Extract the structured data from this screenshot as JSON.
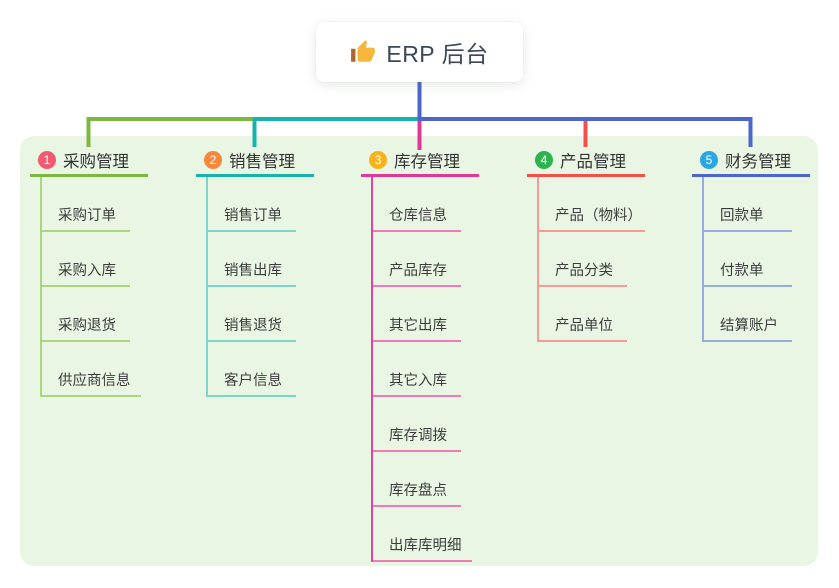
{
  "root": {
    "label": "ERP 后台",
    "icon": "thumbs-up-icon",
    "icon_colors": {
      "hand": "#f6b73c",
      "cuff": "#a9692f"
    }
  },
  "panel": {
    "background": "#e9f6e3"
  },
  "connector_colors": {
    "stem": "#4c66cb"
  },
  "branches": [
    {
      "badge": "1",
      "label": "采购管理",
      "color": "#7db83e",
      "light_color": "#a9d67f",
      "badge_color": "#f15b70",
      "children": [
        "采购订单",
        "采购入库",
        "采购退货",
        "供应商信息"
      ]
    },
    {
      "badge": "2",
      "label": "销售管理",
      "color": "#16b3a8",
      "light_color": "#7fd4ca",
      "badge_color": "#f6873c",
      "children": [
        "销售订单",
        "销售出库",
        "销售退货",
        "客户信息"
      ]
    },
    {
      "badge": "3",
      "label": "库存管理",
      "color": "#e13898",
      "light_color": "#ee7ab8",
      "badge_color": "#f9b31c",
      "children": [
        "仓库信息",
        "产品库存",
        "其它出库",
        "其它入库",
        "库存调拨",
        "库存盘点",
        "出库库明细"
      ]
    },
    {
      "badge": "4",
      "label": "产品管理",
      "color": "#f25048",
      "light_color": "#f79b94",
      "badge_color": "#2eb350",
      "children": [
        "产品（物料）",
        "产品分类",
        "产品单位"
      ]
    },
    {
      "badge": "5",
      "label": "财务管理",
      "color": "#4c66cb",
      "light_color": "#98aade",
      "badge_color": "#29a7e1",
      "children": [
        "回款单",
        "付款单",
        "结算账户"
      ]
    }
  ]
}
